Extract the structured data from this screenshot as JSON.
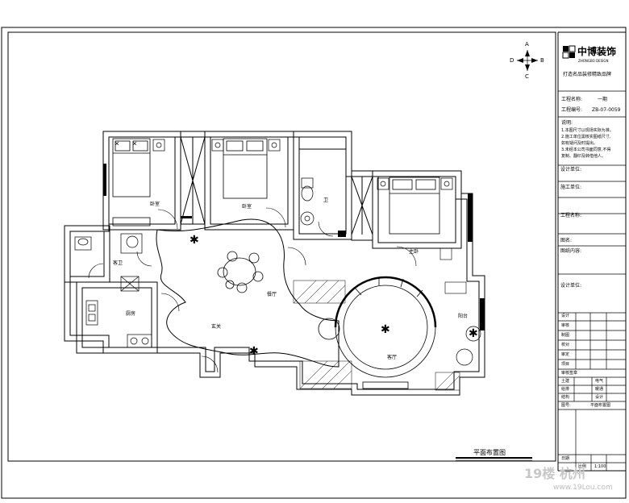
{
  "compass": {
    "a": "A",
    "b": "B",
    "c": "C",
    "d": "D"
  },
  "title_block": {
    "company_name": "中博装饰",
    "company_en": "ZHONGBO DESIGN",
    "slogan": "打造名品装修精致品牌",
    "project_name_label": "工程名称:",
    "project_name_value": "一期",
    "drawing_no_label": "工程编号:",
    "drawing_no_value": "ZB-07-0059",
    "notes_label": "说明:",
    "notes": [
      "1.本图尺寸以现场实际为准。",
      "2.施工单位需核实图纸尺寸,",
      "  如有疑问及时提出。",
      "3.未经本公司书面同意,不得",
      "  复制、翻印及转借他人。"
    ],
    "fields": [
      "设计单位:",
      "施工单位:",
      "工程名称:",
      "图名:",
      "图纸内容:",
      "设计单位:"
    ],
    "grid_rows": [
      "设计",
      "审核",
      "制图",
      "校对",
      "审定",
      "项目"
    ],
    "approval_label": "审核签章",
    "approval_rows": [
      {
        "left": "土建",
        "right": "电气"
      },
      {
        "left": "给排",
        "right": "暖通"
      },
      {
        "left": "结构",
        "right": "设计"
      }
    ],
    "bottom_left_label": "图号:",
    "bottom_right": "平面布置图",
    "date_label": "日期",
    "sheet_label": "比例",
    "sheet_value": "1:100"
  },
  "rooms": {
    "bedroom_left": "卧室",
    "bedroom_middle": "卧室",
    "bathroom": "卫",
    "master_bedroom": "主卧",
    "guest_bath": "客卫",
    "kitchen": "厨房",
    "dining": "餐厅",
    "foyer": "玄关",
    "living": "客厅",
    "balcony": "阳台"
  },
  "drawing_title": "平面布置图",
  "watermark": {
    "logo": "19楼 杭州",
    "url": "www.19Lou.com"
  }
}
